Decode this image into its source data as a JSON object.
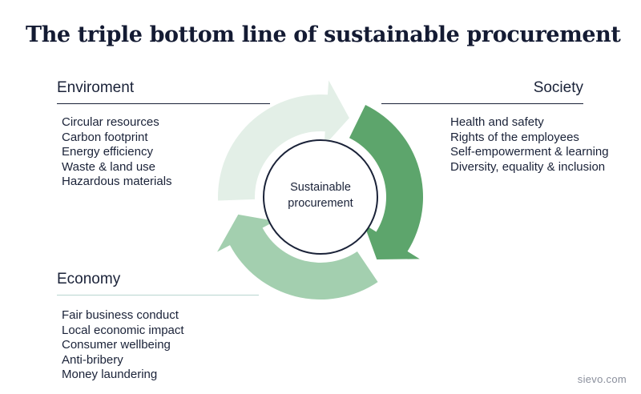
{
  "title": "The triple bottom line of sustainable procurement",
  "center": {
    "line1": "Sustainable",
    "line2": "procurement"
  },
  "sections": {
    "environment": {
      "title": "Enviroment",
      "items": [
        "Circular resources",
        "Carbon footprint",
        "Energy efficiency",
        "Waste & land use",
        "Hazardous materials"
      ]
    },
    "society": {
      "title": "Society",
      "items": [
        "Health and safety",
        "Rights of the employees",
        "Self-empowerment & learning",
        "Diversity, equality & inclusion"
      ]
    },
    "economy": {
      "title": "Economy",
      "items": [
        "Fair business conduct",
        "Local economic impact",
        "Consumer wellbeing",
        "Anti-bribery",
        "Money laundering"
      ]
    }
  },
  "watermark": "sievo.com",
  "colors": {
    "environment_arrow": "#e3efe7",
    "society_arrow": "#5da56c",
    "economy_arrow": "#a3cfaf",
    "text": "#1a2238"
  }
}
